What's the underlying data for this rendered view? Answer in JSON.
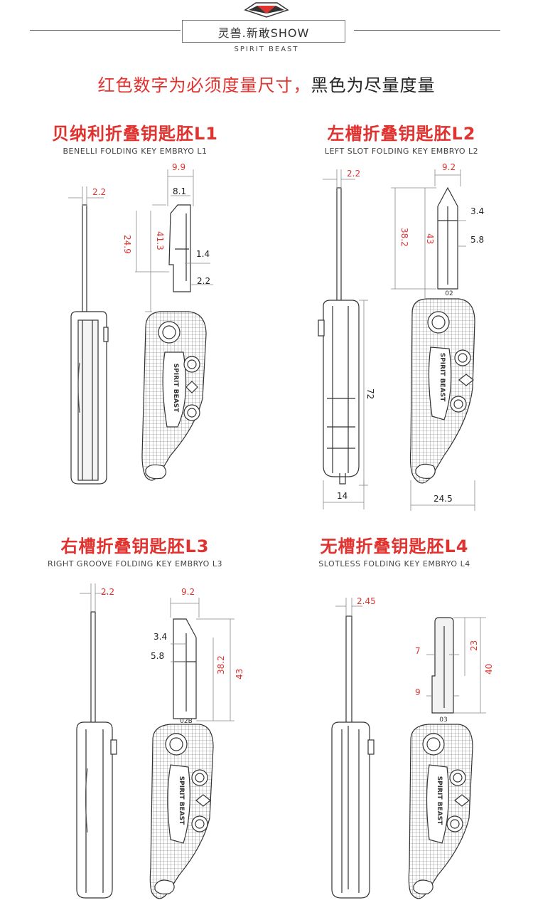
{
  "header": {
    "brand_title": "灵兽.新敢SHOW",
    "brand_subtitle": "SPIRIT BEAST",
    "headline_red": "红色数字为必须度量尺寸，",
    "headline_black": "黑色为尽量度量"
  },
  "colors": {
    "accent_red": "#e0322f",
    "text_dark": "#222222",
    "line_gray": "#555555"
  },
  "sections": [
    {
      "title": "贝纳利折叠钥匙胚L1",
      "subtitle": "BENELLI FOLDING KEY EMBRYO L1",
      "dims_red": [
        "2.2",
        "9.9",
        "24.9",
        "41.3"
      ],
      "dims_black": [
        "8.1",
        "1.4",
        "2.2"
      ],
      "key_label": "SPIRIT BEAST"
    },
    {
      "title": "左槽折叠钥匙胚L2",
      "subtitle": "LEFT SLOT FOLDING KEY EMBRYO L2",
      "dims_red": [
        "2.2",
        "9.2",
        "38.2",
        "43"
      ],
      "dims_black": [
        "3.4",
        "5.8",
        "72",
        "14",
        "24.5"
      ],
      "blade_code": "02",
      "key_label": "SPIRIT BEAST"
    },
    {
      "title": "右槽折叠钥匙胚L3",
      "subtitle": "RIGHT GROOVE FOLDING KEY EMBRYO L3",
      "dims_red": [
        "2.2",
        "9.2",
        "38.2",
        "43"
      ],
      "dims_black": [
        "3.4",
        "5.8"
      ],
      "blade_code": "02B",
      "key_label": "SPIRIT BEAST"
    },
    {
      "title": "无槽折叠钥匙胚L4",
      "subtitle": "SLOTLESS FOLDING KEY EMBRYO L4",
      "dims_red": [
        "2.45",
        "7",
        "23",
        "9",
        "40"
      ],
      "dims_black": [],
      "blade_code": "03",
      "key_label": "SPIRIT BEAST"
    }
  ]
}
